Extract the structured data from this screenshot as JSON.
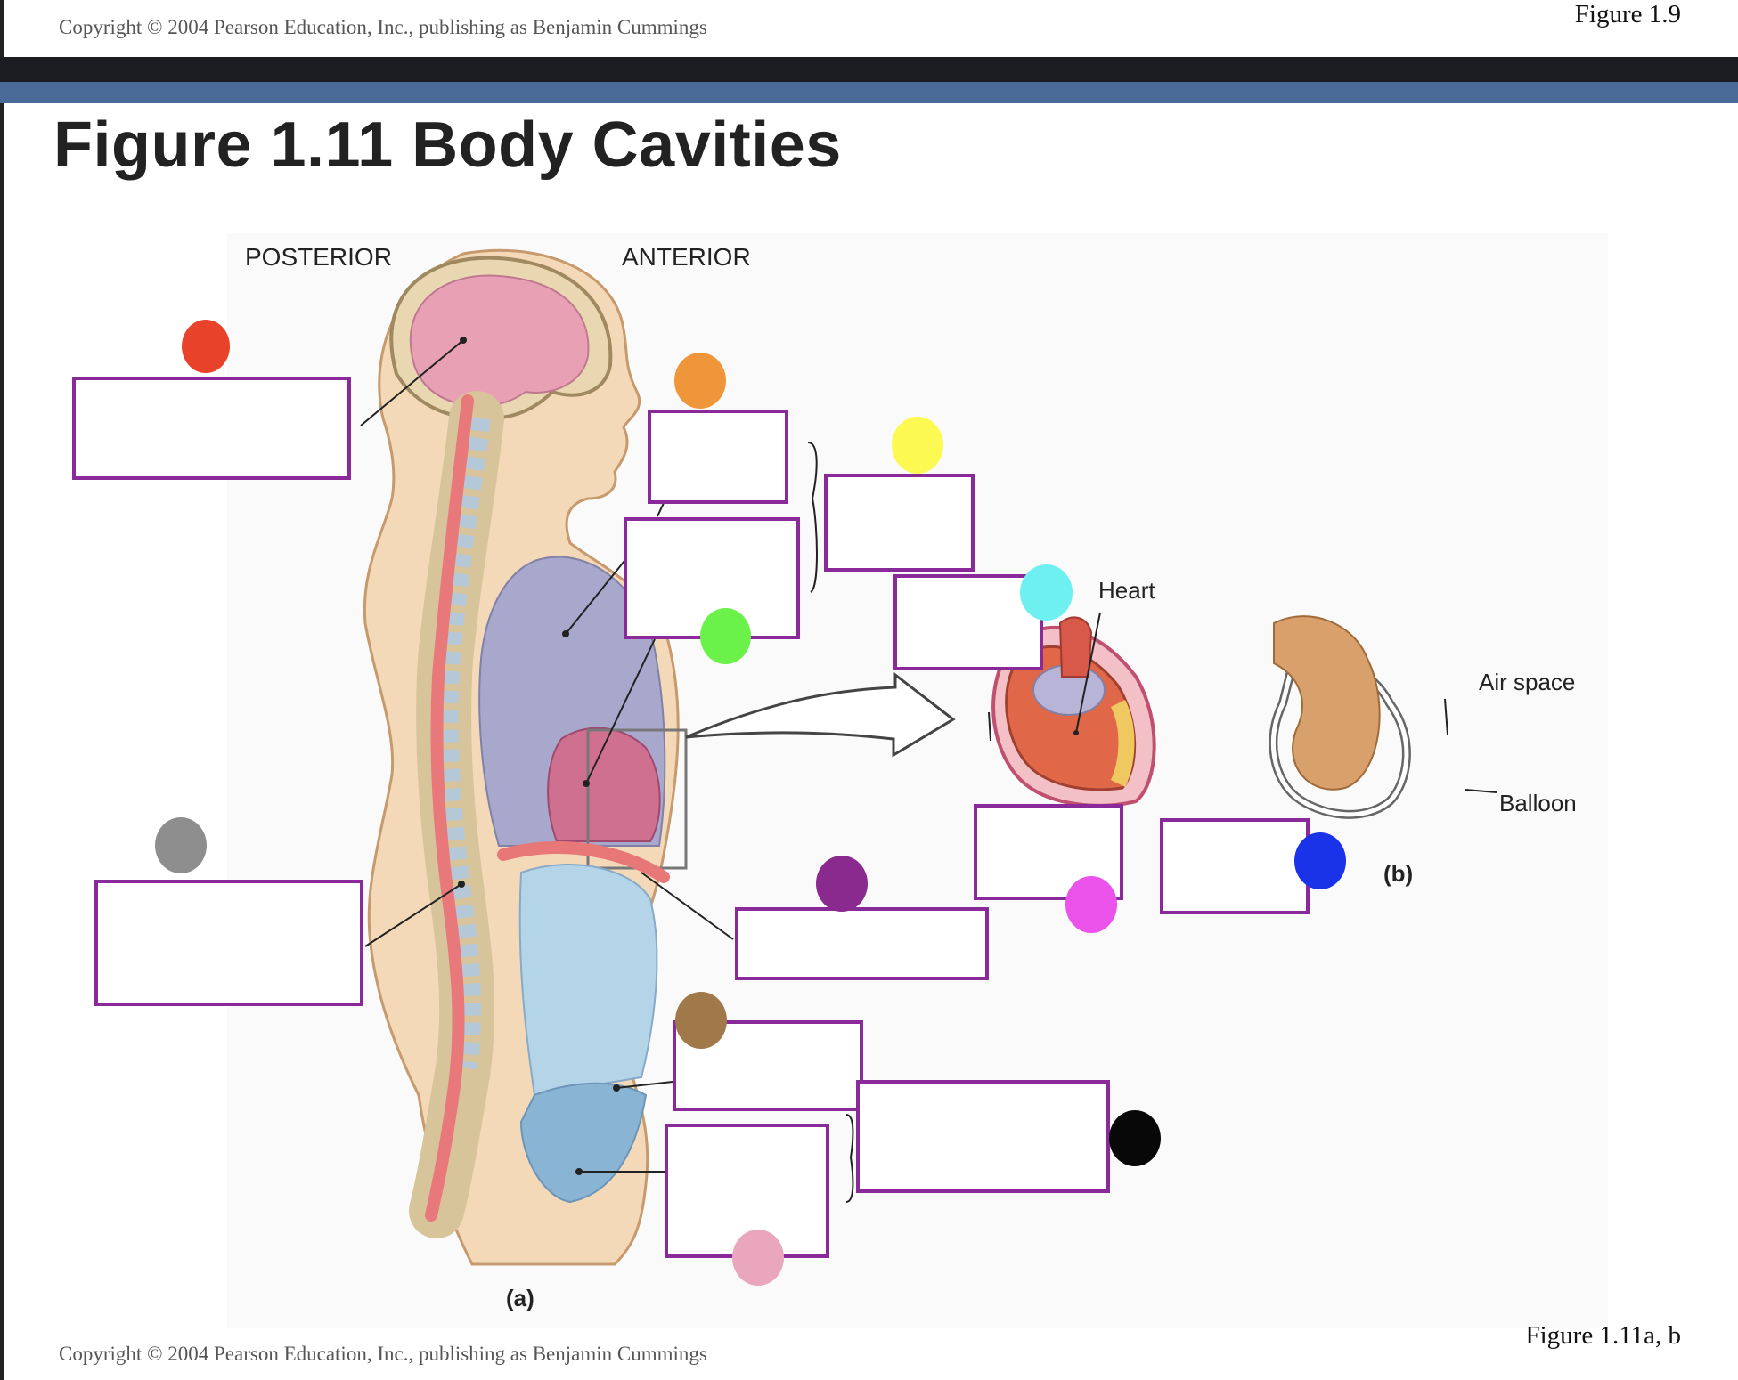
{
  "header": {
    "copyright_top": "Copyright © 2004 Pearson Education, Inc., publishing as Benjamin Cummings",
    "figure_ref_top": "Figure 1.9"
  },
  "slide": {
    "title": "Figure 1.11  Body Cavities"
  },
  "diagram": {
    "orientation_labels": {
      "posterior": "POSTERIOR",
      "anterior": "ANTERIOR"
    },
    "panel_labels": {
      "a": "(a)",
      "b": "(b)"
    },
    "part_b_labels": {
      "heart": "Heart",
      "air_space": "Air space",
      "balloon": "Balloon"
    },
    "label_box_color": "#8a2a9a",
    "label_boxes": [
      {
        "id": "cranial",
        "marker_color": "#e8432a"
      },
      {
        "id": "vertebral",
        "marker_color": "#8e8e8e"
      },
      {
        "id": "upper-face",
        "marker_color": "#f0963a"
      },
      {
        "id": "thoracic-group",
        "marker_color": "#fcfa52"
      },
      {
        "id": "pleural",
        "marker_color": "#6af24a"
      },
      {
        "id": "mediastinum",
        "marker_color": "#6ff0f0"
      },
      {
        "id": "pericardial-visceral",
        "marker_color": "#ea52ea"
      },
      {
        "id": "pericardial-parietal",
        "marker_color": "#1a33e8"
      },
      {
        "id": "diaphragm",
        "marker_color": "#8a2a8e"
      },
      {
        "id": "abdominal",
        "marker_color": "#a0784a"
      },
      {
        "id": "pelvic",
        "marker_color": "#eaa6bc"
      },
      {
        "id": "abdominopelvic",
        "marker_color": "#080808"
      }
    ]
  },
  "footer": {
    "copyright_bottom": "Copyright © 2004 Pearson Education, Inc., publishing as Benjamin Cummings",
    "figure_ref_bottom": "Figure 1.11a, b"
  }
}
